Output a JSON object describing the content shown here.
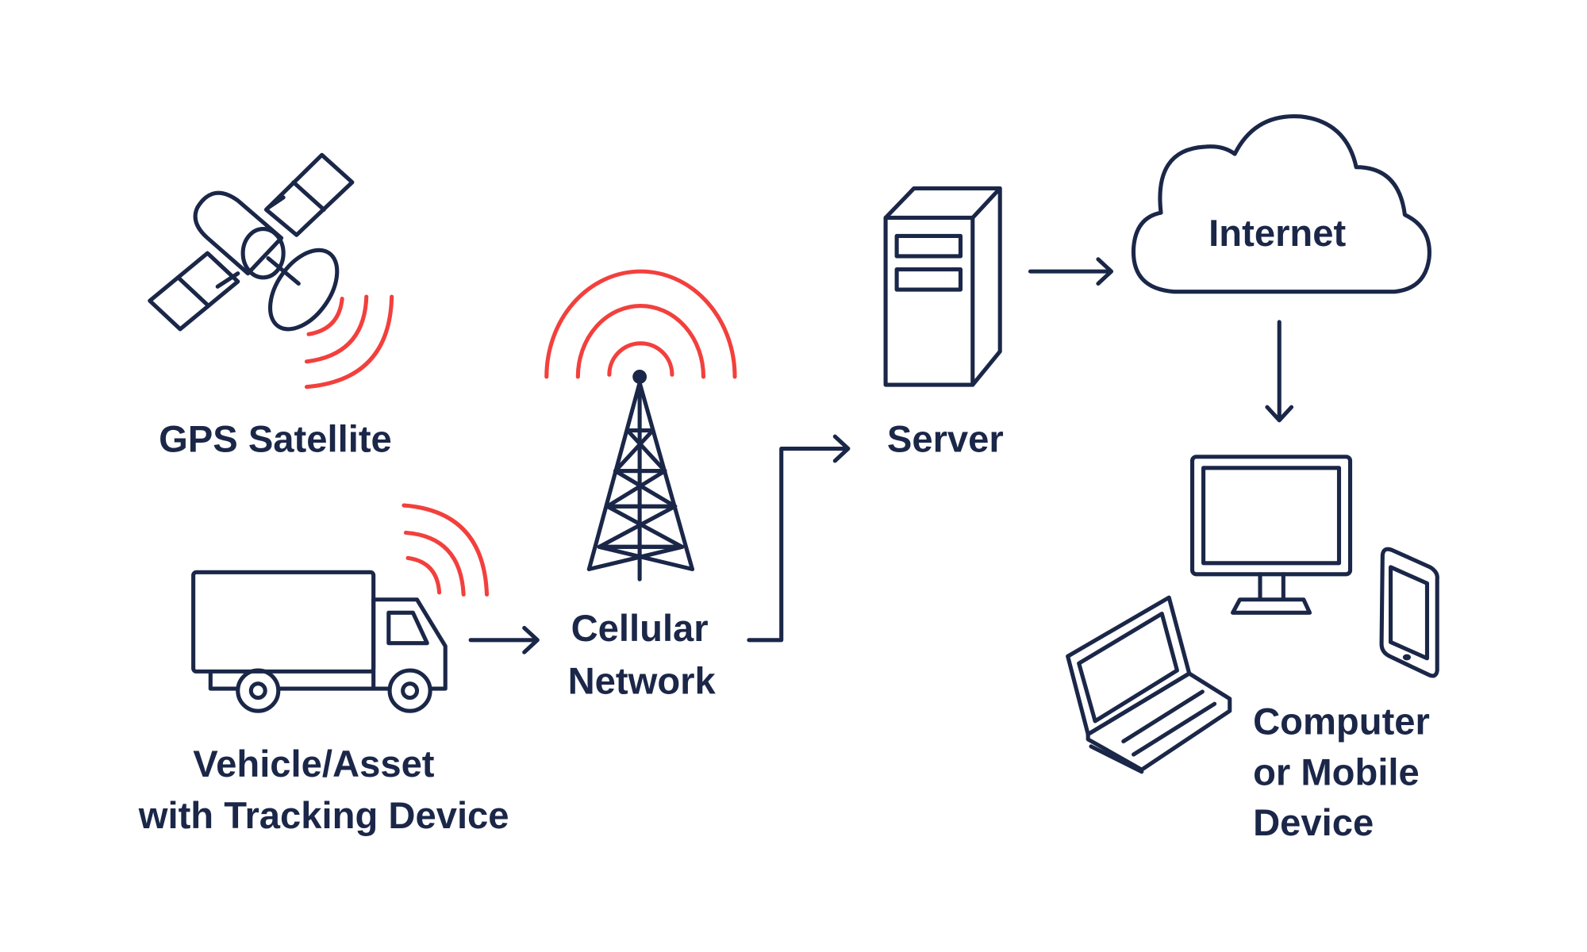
{
  "title": "GPS Tracking System Flow",
  "nodes": {
    "satellite": {
      "label": "GPS Satellite"
    },
    "vehicle": {
      "line1": "Vehicle/Asset",
      "line2": "with Tracking Device"
    },
    "cellular": {
      "line1": "Cellular",
      "line2": "Network"
    },
    "server": {
      "label": "Server"
    },
    "internet": {
      "label": "Internet"
    },
    "devices": {
      "line1": "Computer",
      "line2": "or Mobile",
      "line3": "Device"
    }
  },
  "colors": {
    "primary": "#1b2748",
    "signal": "#f2403d"
  }
}
